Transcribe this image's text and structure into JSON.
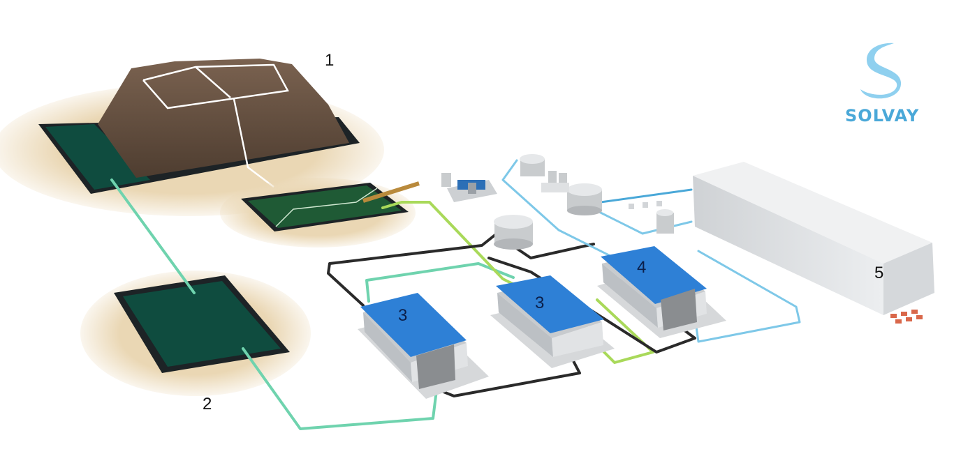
{
  "labels": {
    "heap": "1",
    "pond": "2",
    "building_a": "3",
    "building_b": "3",
    "building_c": "4",
    "warehouse": "5"
  },
  "logo": {
    "text": "SOLVAY",
    "color": "#4aa8d8"
  },
  "colors": {
    "soil": "#6b5543",
    "sand": "#ead7b4",
    "water": "#0f4c3f",
    "liner": "#1d2326",
    "roof": "#2e80d6",
    "wall": "#d9dcdf",
    "pipe_teal": "#6fd3ae",
    "pipe_green": "#a9d95a",
    "pipe_black": "#2a2a2a",
    "pipe_blue": "#7ec8e8",
    "warehouse": "#e4e6e8"
  }
}
